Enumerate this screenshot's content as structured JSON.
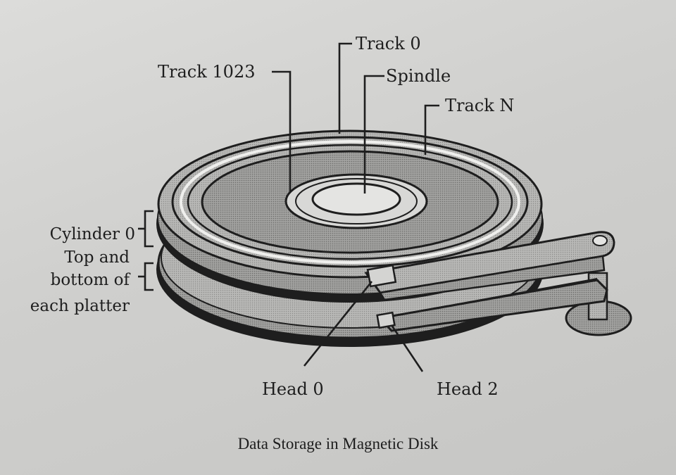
{
  "labels": {
    "track0": "Track 0",
    "track1023": "Track 1023",
    "spindle": "Spindle",
    "trackN": "Track N",
    "cylinder0": "Cylinder 0",
    "top_and": "Top and",
    "bottom_of": "bottom of",
    "each_platter": "each platter",
    "head0": "Head 0",
    "head2": "Head 2"
  },
  "caption": "Data Storage in Magnetic Disk",
  "colors": {
    "ink": "#1e1e1e",
    "platter_light": "#bdbdbb",
    "platter_mid": "#a9a9a7",
    "platter_dark": "#8f8f8d",
    "paper": "#d6d6d4"
  }
}
